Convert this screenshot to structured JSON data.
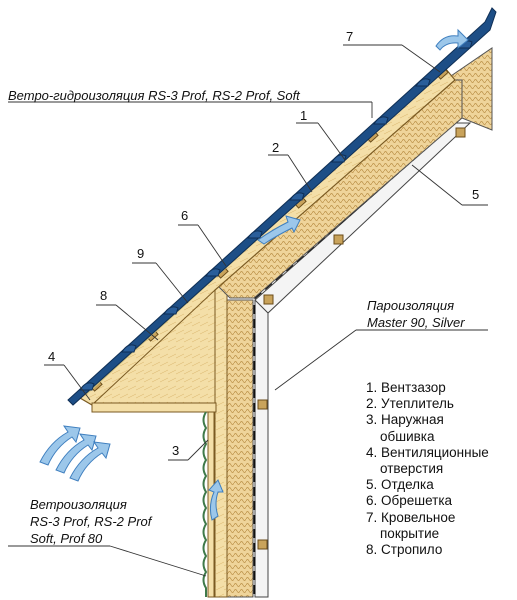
{
  "callouts": {
    "wind_hydro": "Ветро-гидроизоляция RS-3 Prof, RS-2 Prof, Soft",
    "vapor_1": "Пароизоляция",
    "vapor_2": "Master 90, Silver",
    "wind_1": "Ветроизоляция",
    "wind_2": "RS-3 Prof, RS-2 Prof",
    "wind_3": "Soft, Prof 80"
  },
  "numbers": {
    "n1": "1",
    "n2": "2",
    "n3": "3",
    "n4": "4",
    "n5": "5",
    "n6": "6",
    "n7": "7",
    "n8": "8",
    "n9": "9"
  },
  "legend": [
    "1. Вентзазор",
    "2. Утеплитель",
    "3. Наружная",
    "обшивка",
    "4. Вентиляционные",
    "отверстия",
    "5. Отделка",
    "6. Обрешетка",
    "7. Кровельное",
    "покрытие",
    "8. Стропило"
  ],
  "colors": {
    "roof": "#1d4e86",
    "wood": "#f2d79a",
    "wood_dark": "#c9a35b",
    "insulation": "#e8c98a",
    "airflow": "#5aa0d8",
    "wall_board": "#d9d9d9"
  }
}
